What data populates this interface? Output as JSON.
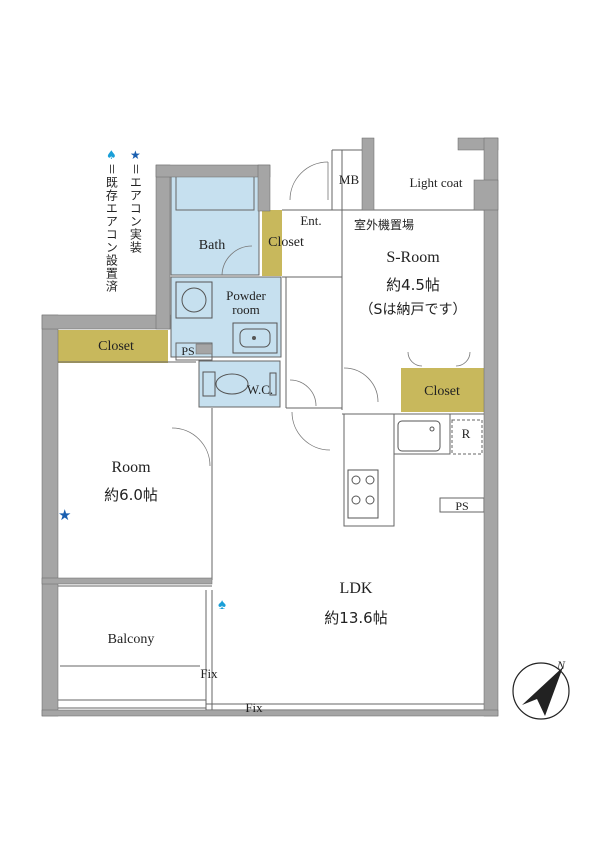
{
  "colors": {
    "wall": "#a5a5a5",
    "wet_area": "#c6e0ef",
    "closet": "#c8b85c",
    "line": "#666666",
    "star": "#1a5fb0"
  },
  "legend": {
    "star_symbol": "★",
    "star_text": "＝エアコン実装",
    "spade_symbol": "♠",
    "spade_text": "＝既存エアコン設置済"
  },
  "rooms": {
    "bath": "Bath",
    "closet_bath": "Closet",
    "entrance": "Ent.",
    "mb": "MB",
    "light_coat": "Light coat",
    "outdoor_unit": "室外機置場",
    "s_room_name": "S-Room",
    "s_room_size": "約4.5帖",
    "s_room_note": "（Sは納戸です）",
    "powder_room_1": "Powder",
    "powder_room_2": "room",
    "closet_left": "Closet",
    "ps_left": "PS",
    "wc": "W.C.",
    "closet_right": "Closet",
    "refrigerator": "R",
    "room_name": "Room",
    "room_size": "約6.0帖",
    "ps_right": "PS",
    "ldk_name": "LDK",
    "ldk_size": "約13.6帖",
    "balcony": "Balcony",
    "fix_1": "Fix",
    "fix_2": "Fix"
  },
  "compass": {
    "north": "N"
  }
}
